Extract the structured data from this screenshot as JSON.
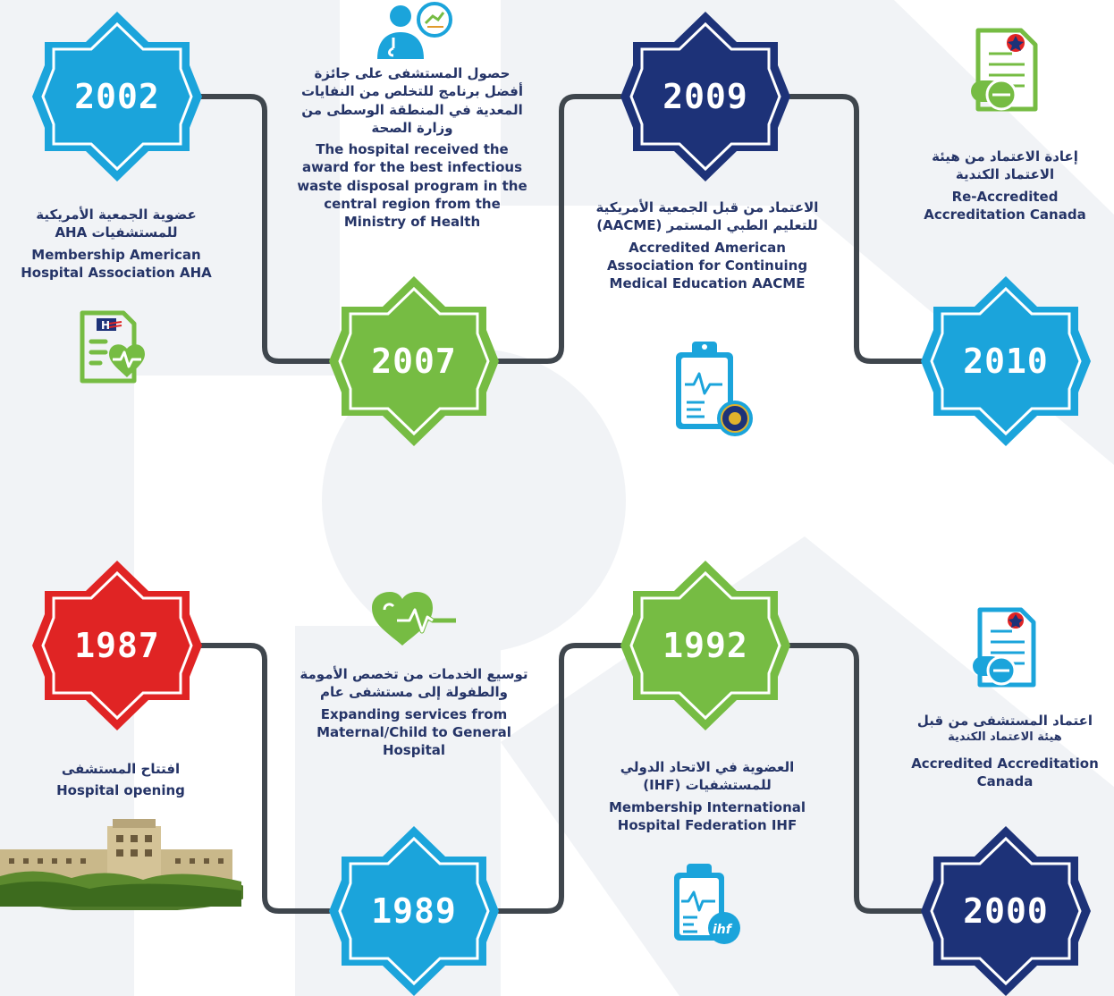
{
  "colors": {
    "sky": "#1BA4DB",
    "navy": "#1D3278",
    "green": "#76BC43",
    "red": "#E02424",
    "line": "#3F464D",
    "text": "#253467"
  },
  "milestones": [
    {
      "id": "y2002",
      "year": "2002",
      "color": "sky",
      "ar": "عضوية الجمعية الأمريكية للمستشفيات AHA",
      "en": "Membership American Hospital Association AHA"
    },
    {
      "id": "y2007",
      "year": "2007",
      "color": "green",
      "ar": "حصول المستشفى على جائزة أفضل برنامج للتخلص من النفايات المعدية في المنطقة الوسطى من وزارة الصحة",
      "en": "The hospital received the award for the best infectious waste disposal program in the central region from the Ministry of Health"
    },
    {
      "id": "y2009",
      "year": "2009",
      "color": "navy",
      "ar": "الاعتماد من قبل الجمعية الأمريكية للتعليم الطبي المستمر (AACME)",
      "en": "Accredited American Association for Continuing Medical Education AACME"
    },
    {
      "id": "y2010",
      "year": "2010",
      "color": "sky",
      "ar": "إعادة الاعتماد من هيئة الاعتماد الكندية",
      "en": "Re-Accredited Accreditation Canada"
    },
    {
      "id": "y1987",
      "year": "1987",
      "color": "red",
      "ar": "افتتاح المستشفى",
      "en": "Hospital opening"
    },
    {
      "id": "y1989",
      "year": "1989",
      "color": "sky",
      "ar": "توسيع الخدمات من تخصص الأمومة والطفولة إلى مستشفى عام",
      "en": "Expanding services from Maternal/Child to General Hospital"
    },
    {
      "id": "y1992",
      "year": "1992",
      "color": "green",
      "ar": "العضوية في الاتحاد الدولي للمستشفيات (IHF)",
      "en": "Membership International Hospital Federation IHF"
    },
    {
      "id": "y2000",
      "year": "2000",
      "color": "navy",
      "ar": "اعتماد المستشفى من قبل",
      "ar_sub": "هيئة الاعتماد الكندية",
      "en": "Accredited Accreditation Canada"
    }
  ],
  "icons": {
    "aha_logo_text": "H",
    "ihf_logo_text": "ihf"
  }
}
